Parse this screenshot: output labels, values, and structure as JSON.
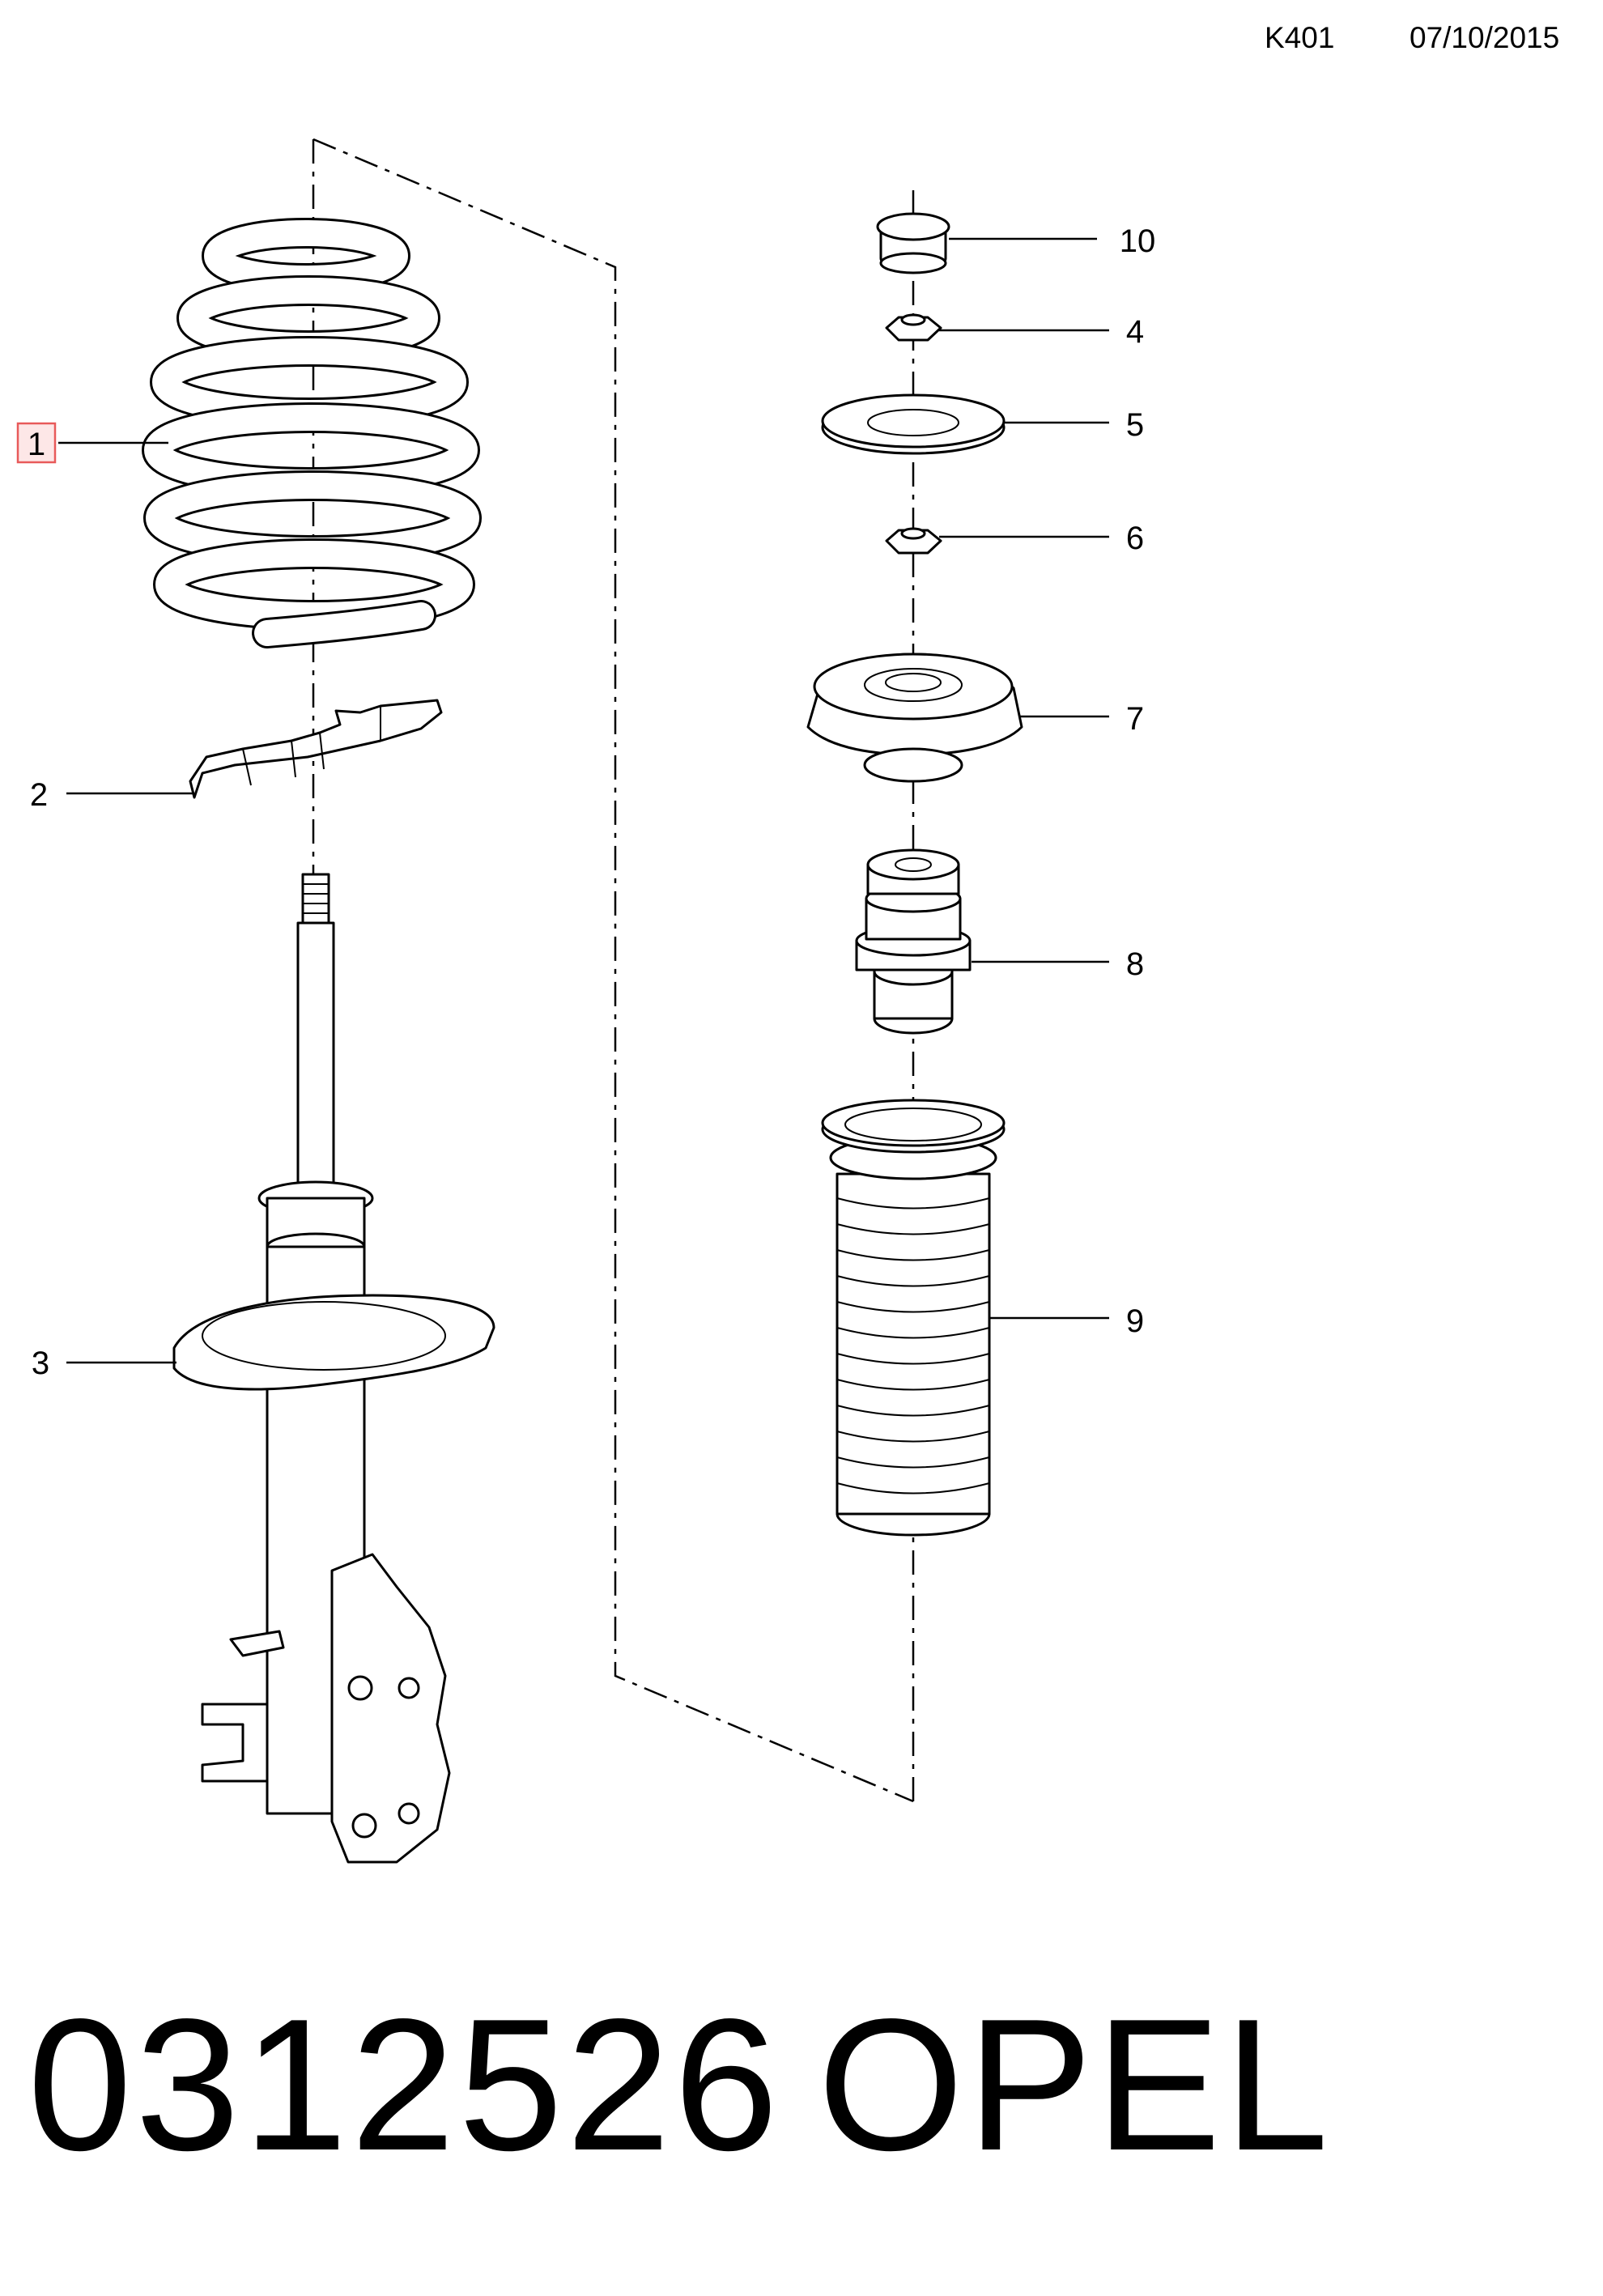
{
  "header": {
    "code": "K401",
    "date": "07/10/2015"
  },
  "callouts": [
    {
      "id": "1",
      "label": "1",
      "part": "coil-spring",
      "highlighted": true,
      "highlight_color": "#e85a5a"
    },
    {
      "id": "2",
      "label": "2",
      "part": "spring-seat-insulator"
    },
    {
      "id": "3",
      "label": "3",
      "part": "shock-absorber-strut"
    },
    {
      "id": "4",
      "label": "4",
      "part": "top-nut"
    },
    {
      "id": "5",
      "label": "5",
      "part": "washer-plate"
    },
    {
      "id": "6",
      "label": "6",
      "part": "hex-nut"
    },
    {
      "id": "7",
      "label": "7",
      "part": "strut-mount"
    },
    {
      "id": "8",
      "label": "8",
      "part": "bump-stop"
    },
    {
      "id": "9",
      "label": "9",
      "part": "protective-boot"
    },
    {
      "id": "10",
      "label": "10",
      "part": "cap"
    }
  ],
  "footer": {
    "part_number": "0312526",
    "brand": "OPEL"
  }
}
